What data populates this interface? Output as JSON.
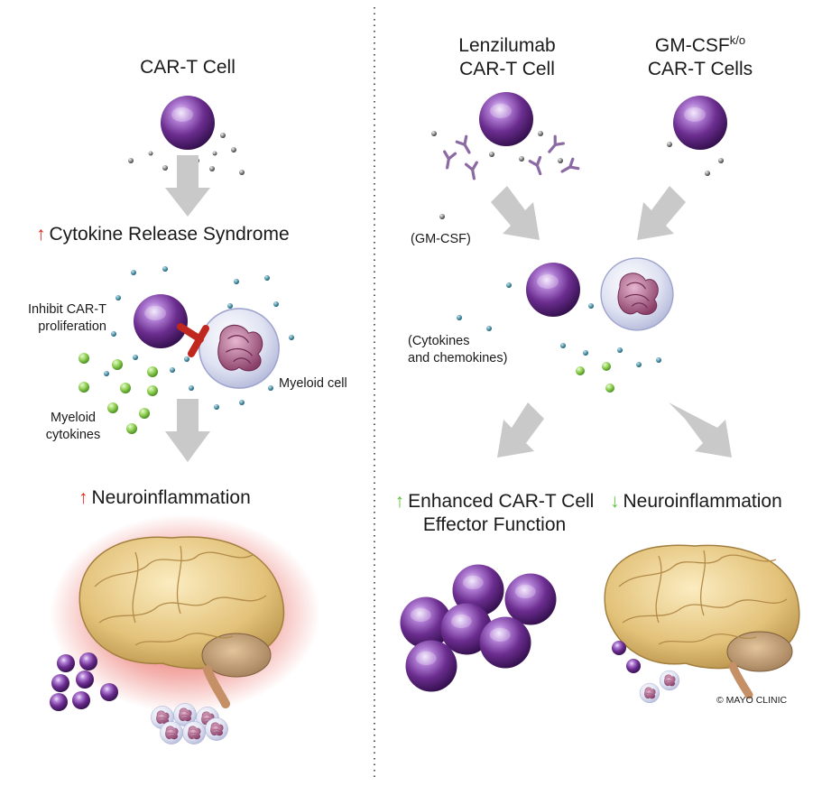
{
  "left_panel": {
    "car_t_title": "CAR-T Cell",
    "crs_label": "Cytokine Release Syndrome",
    "inhibit_label_1": "Inhibit CAR-T",
    "inhibit_label_2": "proliferation",
    "myeloid_cell_label": "Myeloid cell",
    "myeloid_cytokines_label_1": "Myeloid",
    "myeloid_cytokines_label_2": "cytokines",
    "neuro_label": "Neuroinflammation"
  },
  "right_panel": {
    "lenz_title_1": "Lenzilumab",
    "lenz_title_2": "CAR-T Cell",
    "gmcsf_title_1": "GM-CSF",
    "gmcsf_title_sup": "k/o",
    "gmcsf_title_2": "CAR-T Cells",
    "gmcsf_label": "(GM-CSF)",
    "cytokines_label_1": "(Cytokines",
    "cytokines_label_2": "and chemokines)",
    "enhanced_label_1": "Enhanced CAR-T Cell",
    "enhanced_label_2": "Effector Function",
    "neuro_label": "Neuroinflammation"
  },
  "indicators": {
    "up": "↑",
    "down": "↓",
    "up_color": "#e0261b",
    "good_color": "#5bbf3a"
  },
  "copyright": "© MAYO CLINIC",
  "colors": {
    "car_t": "#6b2d8f",
    "myeloid": "#d9dcef",
    "nucleus": "#a0587d",
    "brain": "#e9cf8d",
    "inflammation": "#e0261b",
    "arrow": "#c9c9c9",
    "green_cytokine": "#8dcf4f",
    "blue_cytokine": "#1c6f8a"
  }
}
